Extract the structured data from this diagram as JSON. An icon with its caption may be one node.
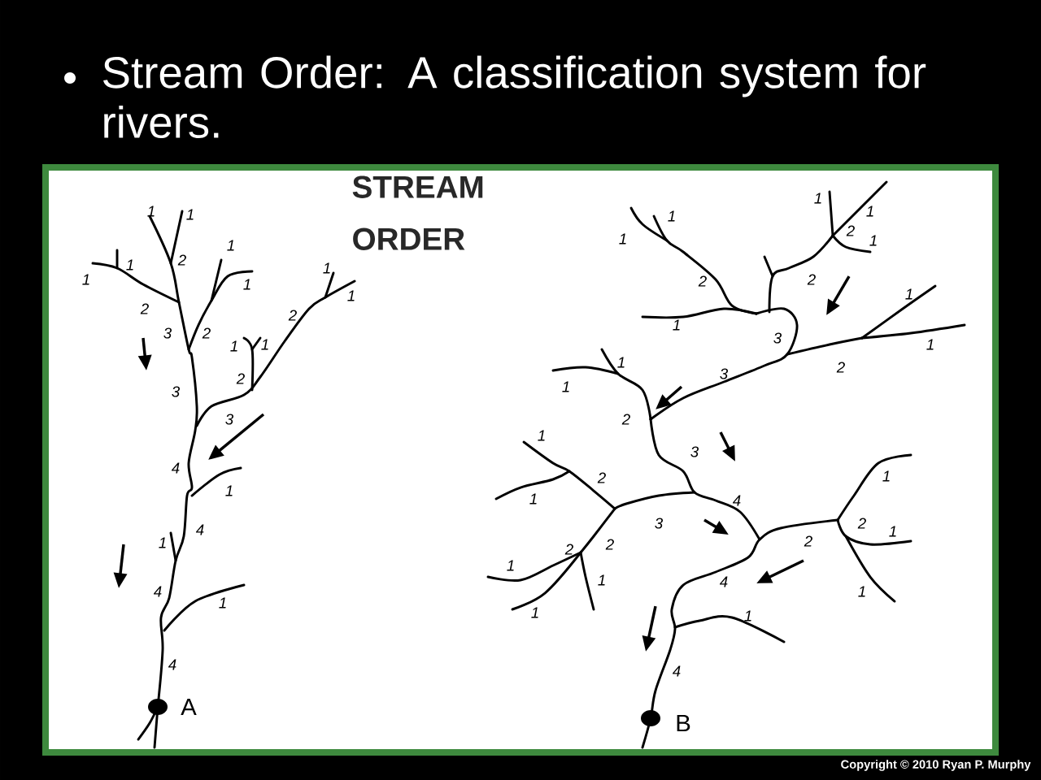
{
  "diagram": {
    "title": "Stream Order: A classification system for rivers.",
    "labels": [
      "STREAM ORDER",
      "1",
      "1",
      "2",
      "1",
      "1",
      "1",
      "1",
      "2",
      "3",
      "2",
      "1",
      "1",
      "2",
      "1",
      "1",
      "2",
      "3",
      "3",
      "4",
      "1",
      "4",
      "1",
      "4",
      "1",
      "4",
      "A",
      "1",
      "1",
      "1",
      "1",
      "2",
      "1",
      "2",
      "2",
      "1",
      "3",
      "1",
      "1",
      "2",
      "3",
      "1",
      "1",
      "2",
      "1",
      "3",
      "2",
      "1",
      "4",
      "3",
      "1",
      "2",
      "1",
      "2",
      "2",
      "2",
      "1",
      "1",
      "4",
      "1",
      "1",
      "1",
      "4",
      "B",
      "Copyright © 2010 Ryan P. Murphy"
    ]
  }
}
